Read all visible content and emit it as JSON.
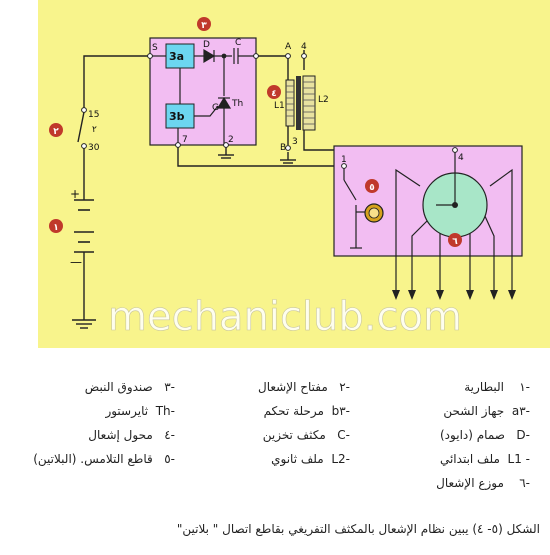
{
  "watermark": "mechaniclub.com",
  "diagram": {
    "labels": {
      "block_3a": "3a",
      "block_3b": "3b",
      "term_s": "S",
      "term_d": "D",
      "term_c": "C",
      "term_g": "G",
      "term_th": "Th",
      "term_7": "7",
      "term_2": "2",
      "term_a": "A",
      "term_4_top": "4",
      "term_b": "B",
      "term_3": "3",
      "term_l1": "L1",
      "term_l2": "L2",
      "term_15": "15",
      "term_30": "30",
      "sw_num": "٢",
      "plus": "+",
      "minus": "—",
      "dist_1": "1",
      "dist_4": "4"
    },
    "markers": {
      "m1": "١",
      "m2": "٢",
      "m3": "٣",
      "m4": "٤",
      "m5": "٥",
      "m6": "٦"
    },
    "colors": {
      "background": "#f8f48c",
      "block_fill": "#f2bdf2",
      "inner_fill": "#6cd6f0",
      "marker": "#c0392b",
      "distributor": "#a8e6c8"
    }
  },
  "legend": {
    "col_right": [
      {
        "num": "-١",
        "text": "البطارية"
      },
      {
        "num": "-a٣",
        "text": "جهاز الشحن"
      },
      {
        "num": "-D",
        "text": "صمام (دايود)"
      },
      {
        "num": "- L1",
        "text": "ملف ابتدائي"
      },
      {
        "num": "-٦",
        "text": "موزع الإشعال"
      }
    ],
    "col_mid": [
      {
        "num": "-٢",
        "text": "مفتاح الإشعال"
      },
      {
        "num": "-b٣",
        "text": "مرحلة تحكم"
      },
      {
        "num": "-C",
        "text": "مكثف تخزين"
      },
      {
        "num": "-L2",
        "text": "ملف ثانوي"
      }
    ],
    "col_left": [
      {
        "num": "-٣",
        "text": "صندوق النبض"
      },
      {
        "num": "-Th",
        "text": "ثايرستور"
      },
      {
        "num": "-٤",
        "text": "محول إشعال"
      },
      {
        "num": "-٥",
        "text": "قاطع التلامس. (البلاتين)"
      }
    ]
  },
  "caption": "الشكل (٥- ٤) يبين نظام الإشعال بالمكثف التفريغي بقاطع اتصال \" بلاتين\""
}
